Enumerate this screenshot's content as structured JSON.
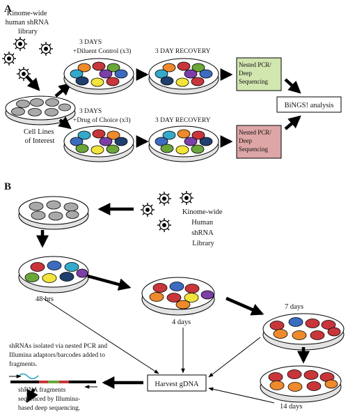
{
  "panel_a": {
    "letter": "A",
    "library_label": [
      "Kinome-wide",
      "human shRNA",
      "library"
    ],
    "cells_label": [
      "Cell Lines",
      "of Interest"
    ],
    "control_label": [
      "3 DAYS",
      "+Diluent Control (x3)"
    ],
    "drug_label": [
      "3 DAYS",
      "+Drug of Choice (x3)"
    ],
    "recovery_label_top": "3 DAY RECOVERY",
    "recovery_label_bottom": "3 DAY RECOVERY",
    "seq_box_top": [
      "Nested PCR/",
      "Deep",
      "Sequencing"
    ],
    "seq_box_bottom": [
      "Nested PCR/",
      "Deep",
      "Sequencing"
    ],
    "analysis_label": "BiNGS! analysis"
  },
  "panel_b": {
    "letter": "B",
    "library_label": [
      "Kinome-wide",
      "Human",
      "shRNA",
      "Library"
    ],
    "time_48h": "48 hrs",
    "time_4d": "4 days",
    "time_7d": "7 days",
    "time_14d": "14 days",
    "harvest_label": "Harvest gDNA",
    "isolation_text": [
      "shRNAs isolated via nested PCR and",
      "Illumina adaptors/barcodes added to",
      "fragments."
    ],
    "sequenced_text": [
      "shRNA fragments",
      "sequenced by Illumina-",
      "based deep sequencing."
    ]
  },
  "colors": {
    "seq_box_control": "#d2e6b0",
    "seq_box_drug": "#dea6a6",
    "cell_gray": "#a9a9a9",
    "red": "#c8363b",
    "blue": "#3b6cc0",
    "cyan": "#35a9c9",
    "green": "#6aa63a",
    "yellow": "#f2e43a",
    "purple": "#7c3fa8",
    "orange": "#ee8a2c",
    "navy": "#1f3f6e"
  },
  "icons": [
    "virus-particle-icon",
    "cell-dish-icon",
    "dna-fragment-icon"
  ]
}
